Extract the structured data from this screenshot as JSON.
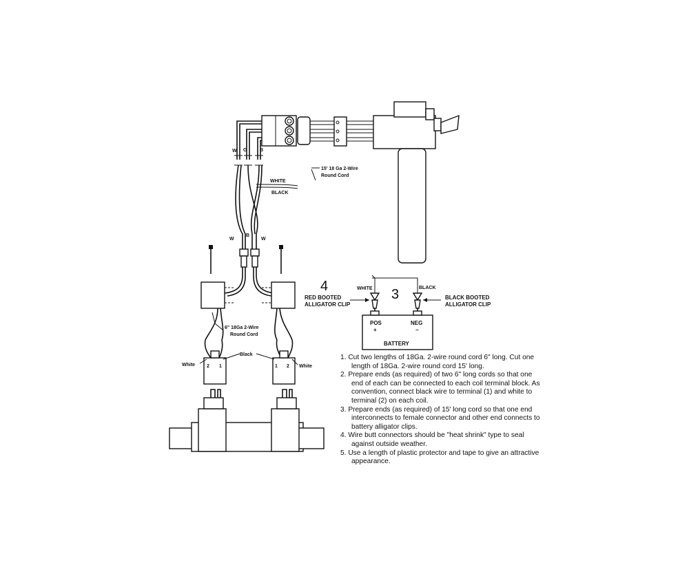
{
  "labels": {
    "w1": "W",
    "g": "G",
    "b1": "B",
    "w2": "W",
    "b2": "B",
    "w3": "W",
    "white_cord": "WHITE",
    "black_cord": "BLACK",
    "cord15_line1": "15' 18 Ga 2-Wire",
    "cord15_line2": "Round Cord",
    "cord6_line1": "6\" 18Ga 2-Wire",
    "cord6_line2": "Round Cord",
    "white_batt": "WHITE",
    "black_batt": "BLACK",
    "num4": "4",
    "num3": "3",
    "red_clip_1": "RED  BOOTED",
    "red_clip_2": "ALLIGATOR  CLIP",
    "black_clip_1": "BLACK  BOOTED",
    "black_clip_2": "ALLIGATOR  CLIP",
    "pos": "POS",
    "plus": "+",
    "neg": "NEG",
    "minus": "−",
    "battery": "BATTERY",
    "black_coil": "Black",
    "white_left": "White",
    "white_right": "White",
    "t2_left": "2",
    "t1_left": "1",
    "t1_right": "1",
    "t2_right": "2"
  },
  "notes": [
    "1. Cut two lengths of 18Ga. 2-wire round cord 6\" long. Cut one length of 18Ga. 2-wire round cord 15' long.",
    "2. Prepare ends (as required) of two 6\" long cords so that one end of each can be connected to each coil terminal block. As convention, connect black wire to terminal (1) and white to terminal (2) on each coil.",
    "3. Prepare ends (as required) of 15' long cord so that one end interconnects to female connector and other end connects to battery alligator clips.",
    "4. Wire butt connectors should be \"heat shrink\" type to seal against outside weather.",
    "5. Use a length of plastic protector and tape to give an attractive appearance."
  ]
}
